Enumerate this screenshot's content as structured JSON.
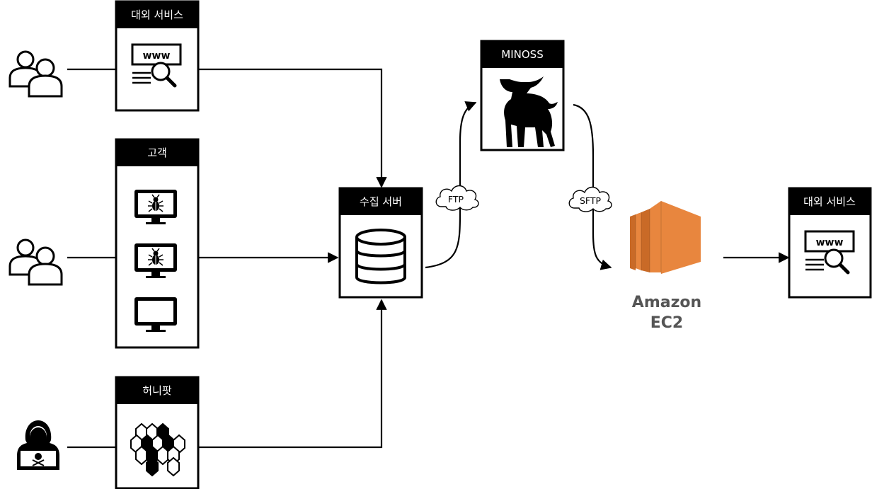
{
  "nodes": {
    "external_service_left": "대외 서비스",
    "customer": "고객",
    "honeypot": "허니팟",
    "collection_server": "수집 서버",
    "minoss": "MINOSS",
    "external_service_right": "대외 서비스"
  },
  "protocols": {
    "ftp": "FTP",
    "sftp": "SFTP"
  },
  "ec2": {
    "line1": "Amazon",
    "line2": "EC2",
    "color_light": "#F7A35C",
    "color_mid": "#E8863E",
    "color_dark": "#C96A27"
  },
  "icons": {
    "browser_text": "www"
  }
}
